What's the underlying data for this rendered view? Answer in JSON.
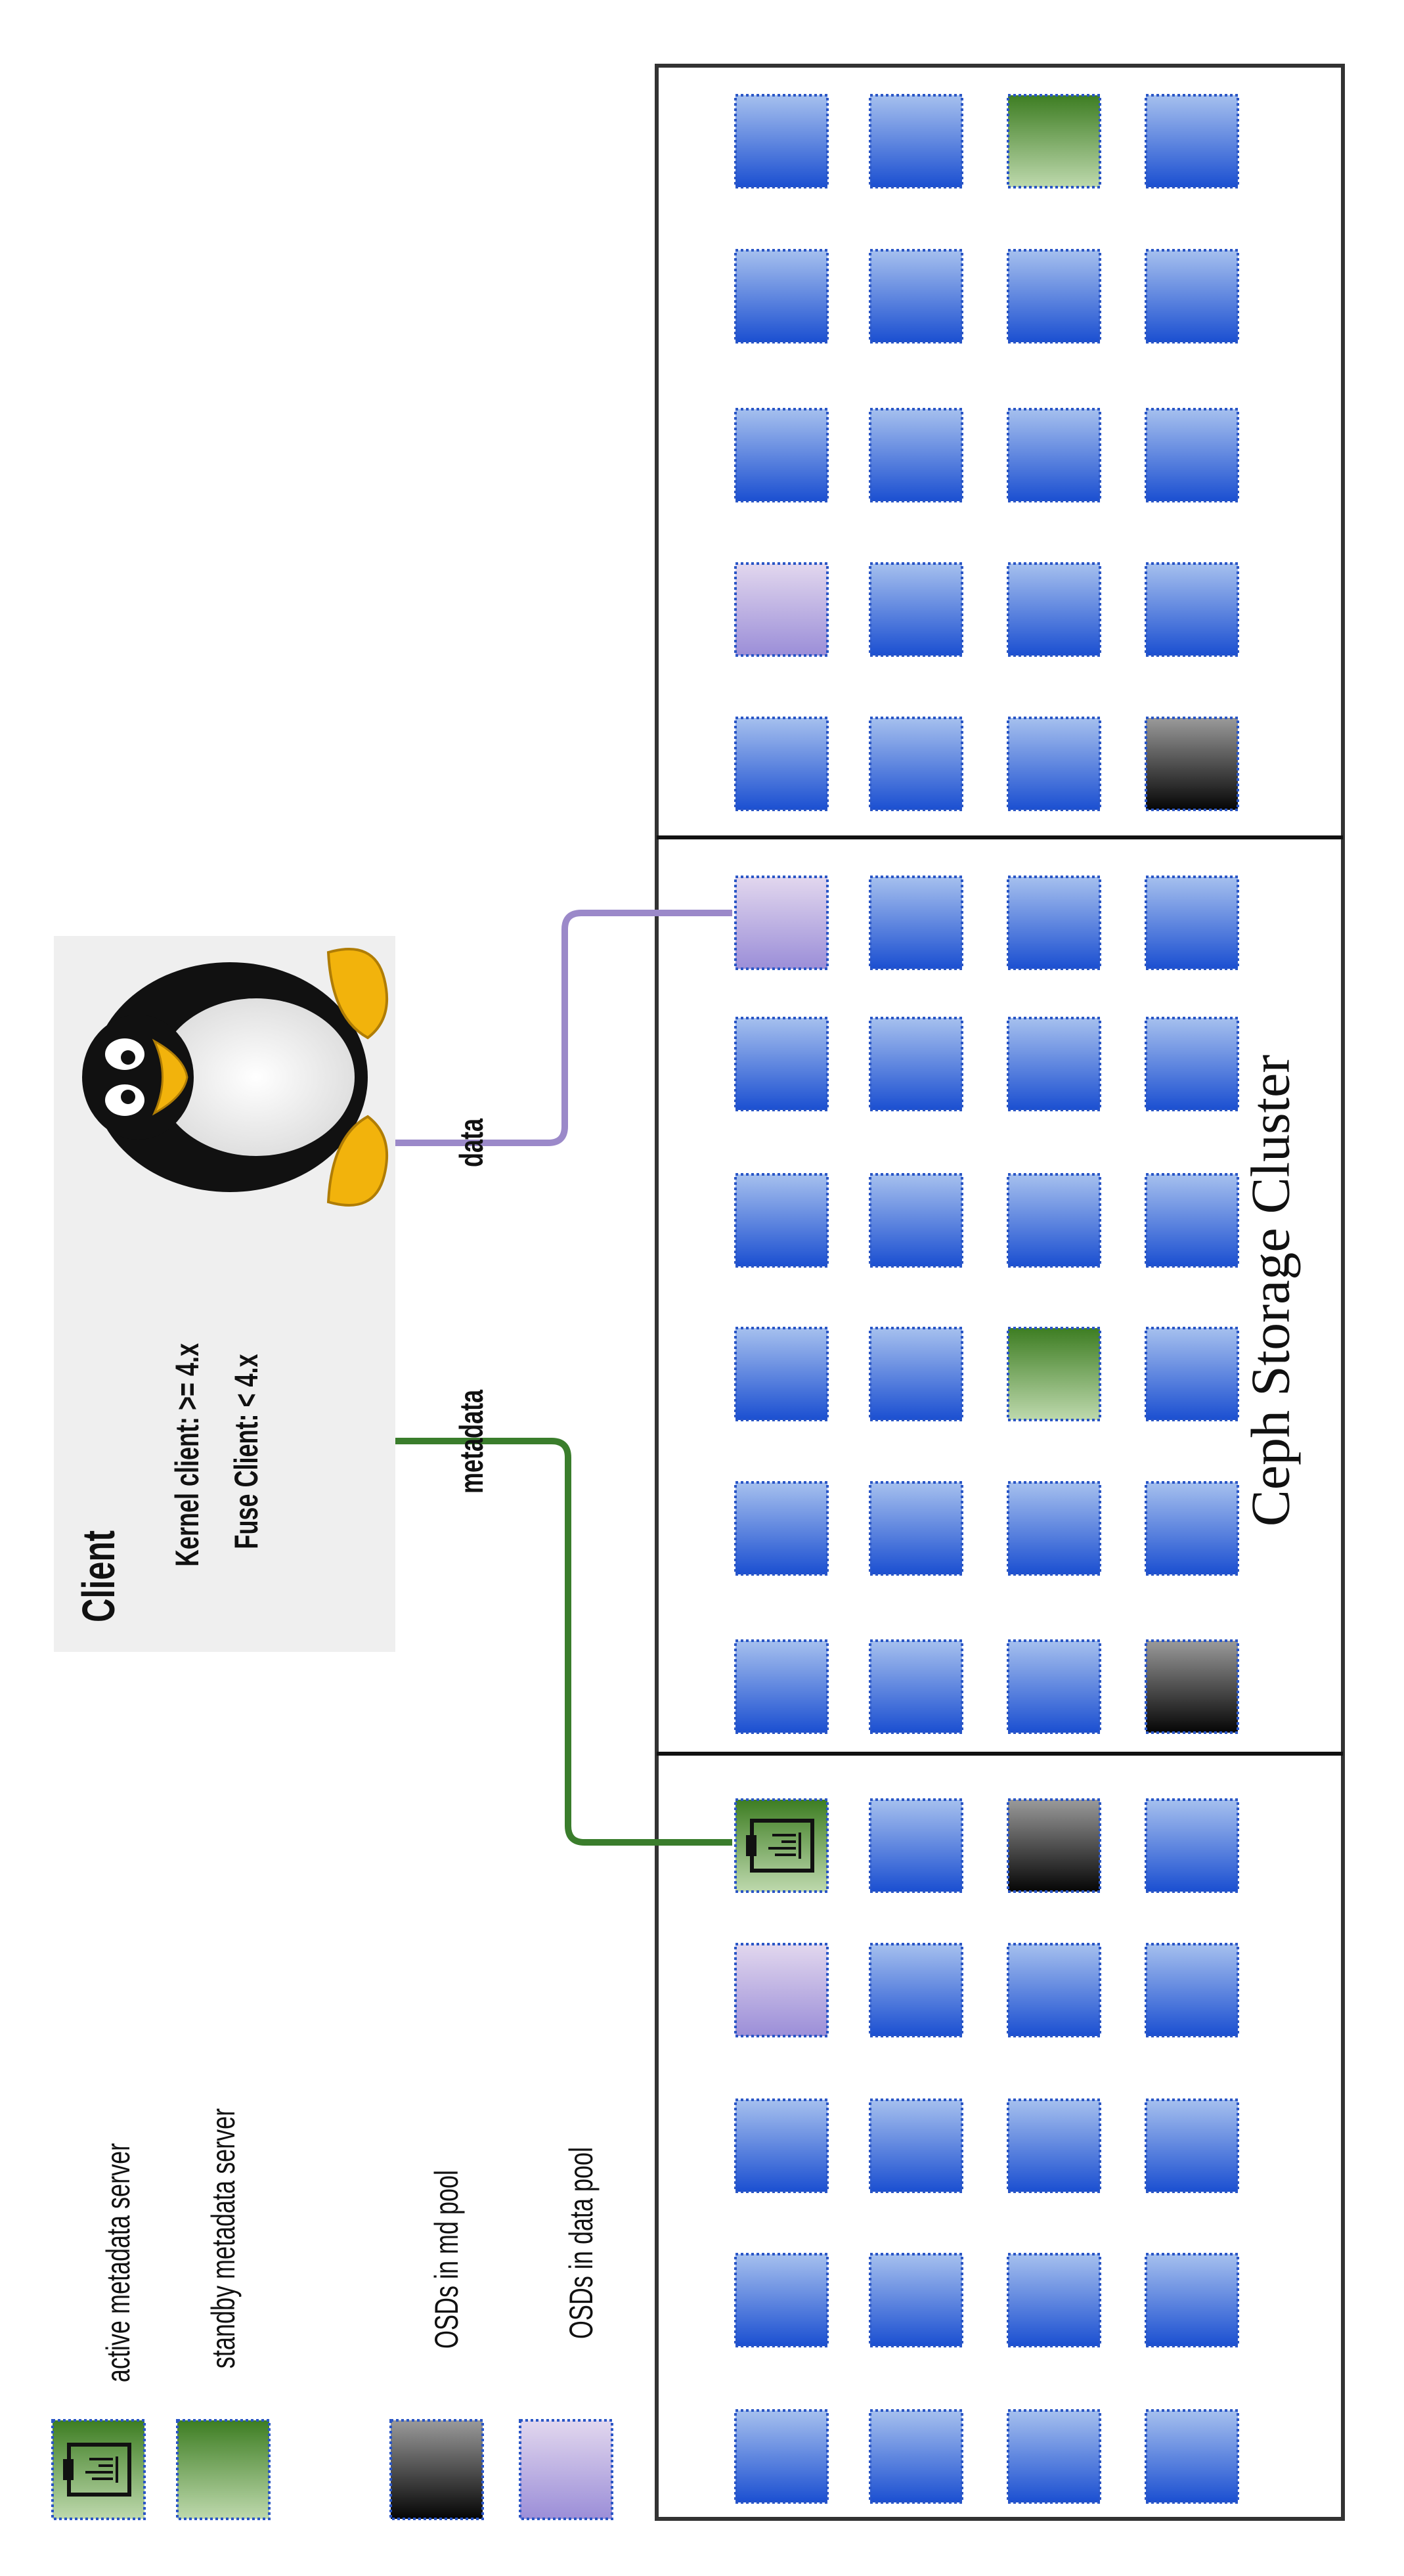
{
  "legend": {
    "active_mds": "active metadata server",
    "standby_mds": "standby metadata server",
    "md_pool": "OSDs in md pool",
    "data_pool": "OSDs in data pool"
  },
  "client": {
    "title": "Client",
    "kernel": "Kernel client: >= 4.x",
    "fuse": "Fuse Client:  <   4.x",
    "icon": "linux-penguin-icon"
  },
  "links": {
    "metadata": "metadata",
    "data": "data"
  },
  "cluster": {
    "label": "Ceph Storage Cluster",
    "sections": 3
  },
  "colors": {
    "osd_default": "#2f62d6",
    "osd_active_mds": "#5f9a3e",
    "osd_md_pool": "#1a1a1a",
    "osd_data_pool": "#a99bd6",
    "metadata_line": "#3a7d2c",
    "data_line": "#9b89c9",
    "client_box": "#efefef",
    "frame": "#333333"
  }
}
